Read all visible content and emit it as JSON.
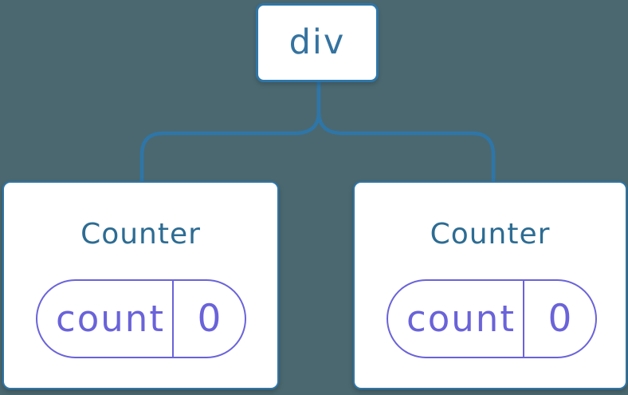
{
  "diagram": {
    "type": "component-tree",
    "colors": {
      "background": "#4B6870",
      "node_fill": "#FFFFFF",
      "node_border_blue": "#2E76A8",
      "connector_blue": "#2E76A8",
      "root_label_blue": "#3573A0",
      "component_title_blue": "#2D6C93",
      "state_purple": "#6A63D9"
    },
    "root": {
      "label": "div"
    },
    "children": [
      {
        "title": "Counter",
        "state": {
          "key": "count",
          "value": "0"
        }
      },
      {
        "title": "Counter",
        "state": {
          "key": "count",
          "value": "0"
        }
      }
    ]
  }
}
